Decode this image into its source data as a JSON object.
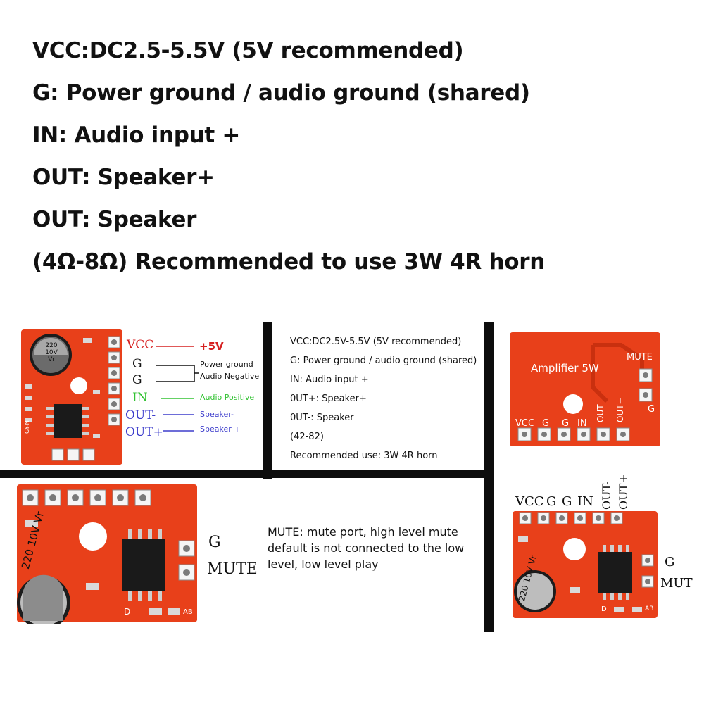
{
  "header_lines": [
    "VCC:DC2.5-5.5V (5V recommended)",
    "G: Power ground / audio ground (shared)",
    "IN: Audio input +",
    "OUT: Speaker+",
    "OUT: Speaker",
    "(4Ω-8Ω) Recommended to use 3W 4R horn"
  ],
  "board1": {
    "pin_labels": [
      "VCC",
      "G",
      "G",
      "IN",
      "OUT-",
      "OUT+"
    ],
    "annotations": {
      "vcc": "+5V",
      "ground_1": "Power ground",
      "ground_2": "Audio Negative",
      "in": "Audio Positive",
      "out_minus": "Speaker-",
      "out_plus": "Speaker +"
    },
    "cap_text": [
      "220",
      "10V",
      "Vr"
    ],
    "side_marks": "GY-N"
  },
  "spec_box": [
    "VCC:DC2.5V-5.5V (5V recommended)",
    "G: Power ground / audio ground (shared)",
    "IN: Audio input +",
    "0UT+: Speaker+",
    "0UT-: Speaker",
    "(42-82)",
    "Recommended use: 3W 4R horn"
  ],
  "board_back": {
    "title": "Amplifier 5W",
    "mute": "MUTE",
    "g": "G",
    "pins": [
      "VCC",
      "G",
      "G",
      "IN",
      "OUT-",
      "OUT+"
    ]
  },
  "board_mute": {
    "labels": [
      "G",
      "MUTE"
    ],
    "cap_text": [
      "220",
      "10V",
      "Vr"
    ],
    "silk": [
      "D",
      "AB"
    ]
  },
  "mute_note": "MUTE: mute port, high level mute default is not connected to the low level, low level play",
  "board_small": {
    "pins": [
      "VCC",
      "G",
      "G",
      "IN",
      "OUT-",
      "OUT+"
    ],
    "labels": [
      "G",
      "MUT"
    ],
    "cap_text": [
      "220",
      "10V",
      "Vr"
    ],
    "silk": [
      "D",
      "AB"
    ]
  },
  "colors": {
    "pcb": "#e8401a",
    "pcb_dark": "#c9300f",
    "vcc_red": "#d62020",
    "audio_green": "#32c232",
    "speaker_blue": "#3d3dcc",
    "divider": "#0d0d0d"
  }
}
